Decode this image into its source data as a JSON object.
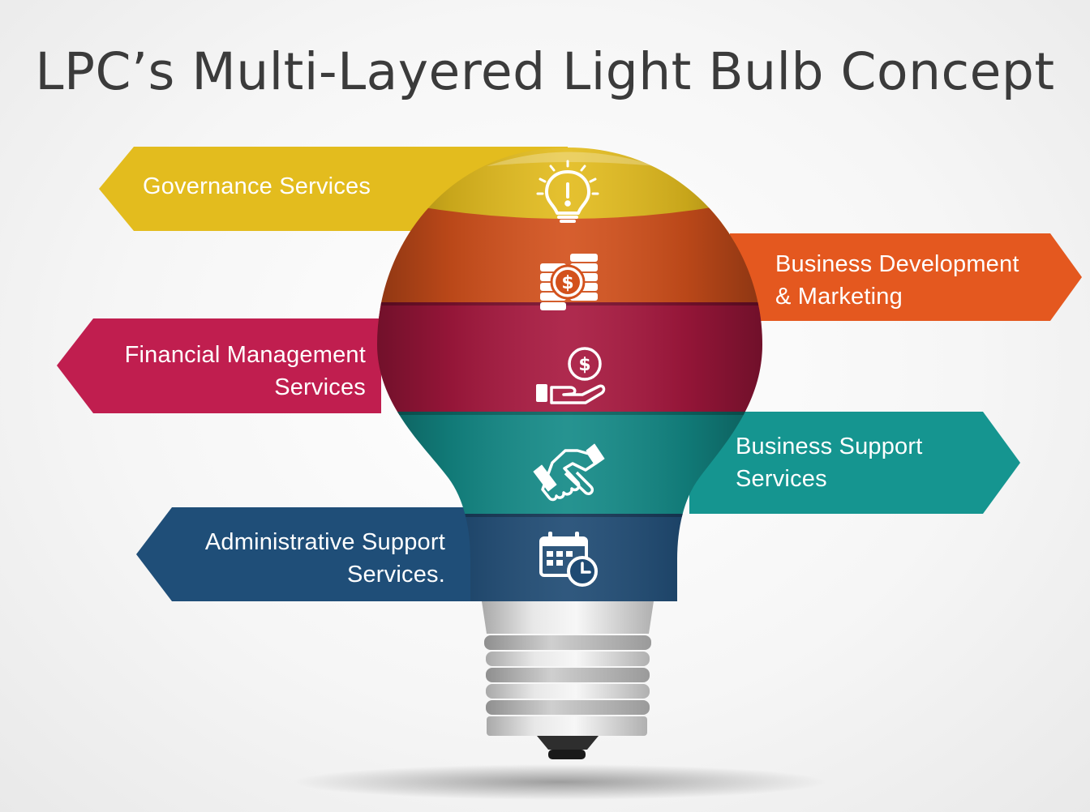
{
  "title": "LPC’s Multi-Layered Light Bulb Concept",
  "colors": {
    "governance": "#E3BC1E",
    "business_development": "#E4581F",
    "financial": "#C01E4F",
    "business_support": "#159590",
    "administrative": "#1F4E78",
    "text": "#3b3b3b"
  },
  "layers": [
    {
      "id": "governance",
      "icon": "lightbulb-idea-icon",
      "label_lines": [
        "Governance Services"
      ]
    },
    {
      "id": "business_development",
      "icon": "coins-dollar-icon",
      "label_lines": [
        "Business Development",
        "& Marketing"
      ]
    },
    {
      "id": "financial",
      "icon": "hand-dollar-icon",
      "label_lines": [
        "Financial Management",
        "Services"
      ]
    },
    {
      "id": "business_support",
      "icon": "handshake-icon",
      "label_lines": [
        "Business Support",
        "Services"
      ]
    },
    {
      "id": "administrative",
      "icon": "calendar-clock-icon",
      "label_lines": [
        "Administrative Support",
        "Services."
      ]
    }
  ]
}
